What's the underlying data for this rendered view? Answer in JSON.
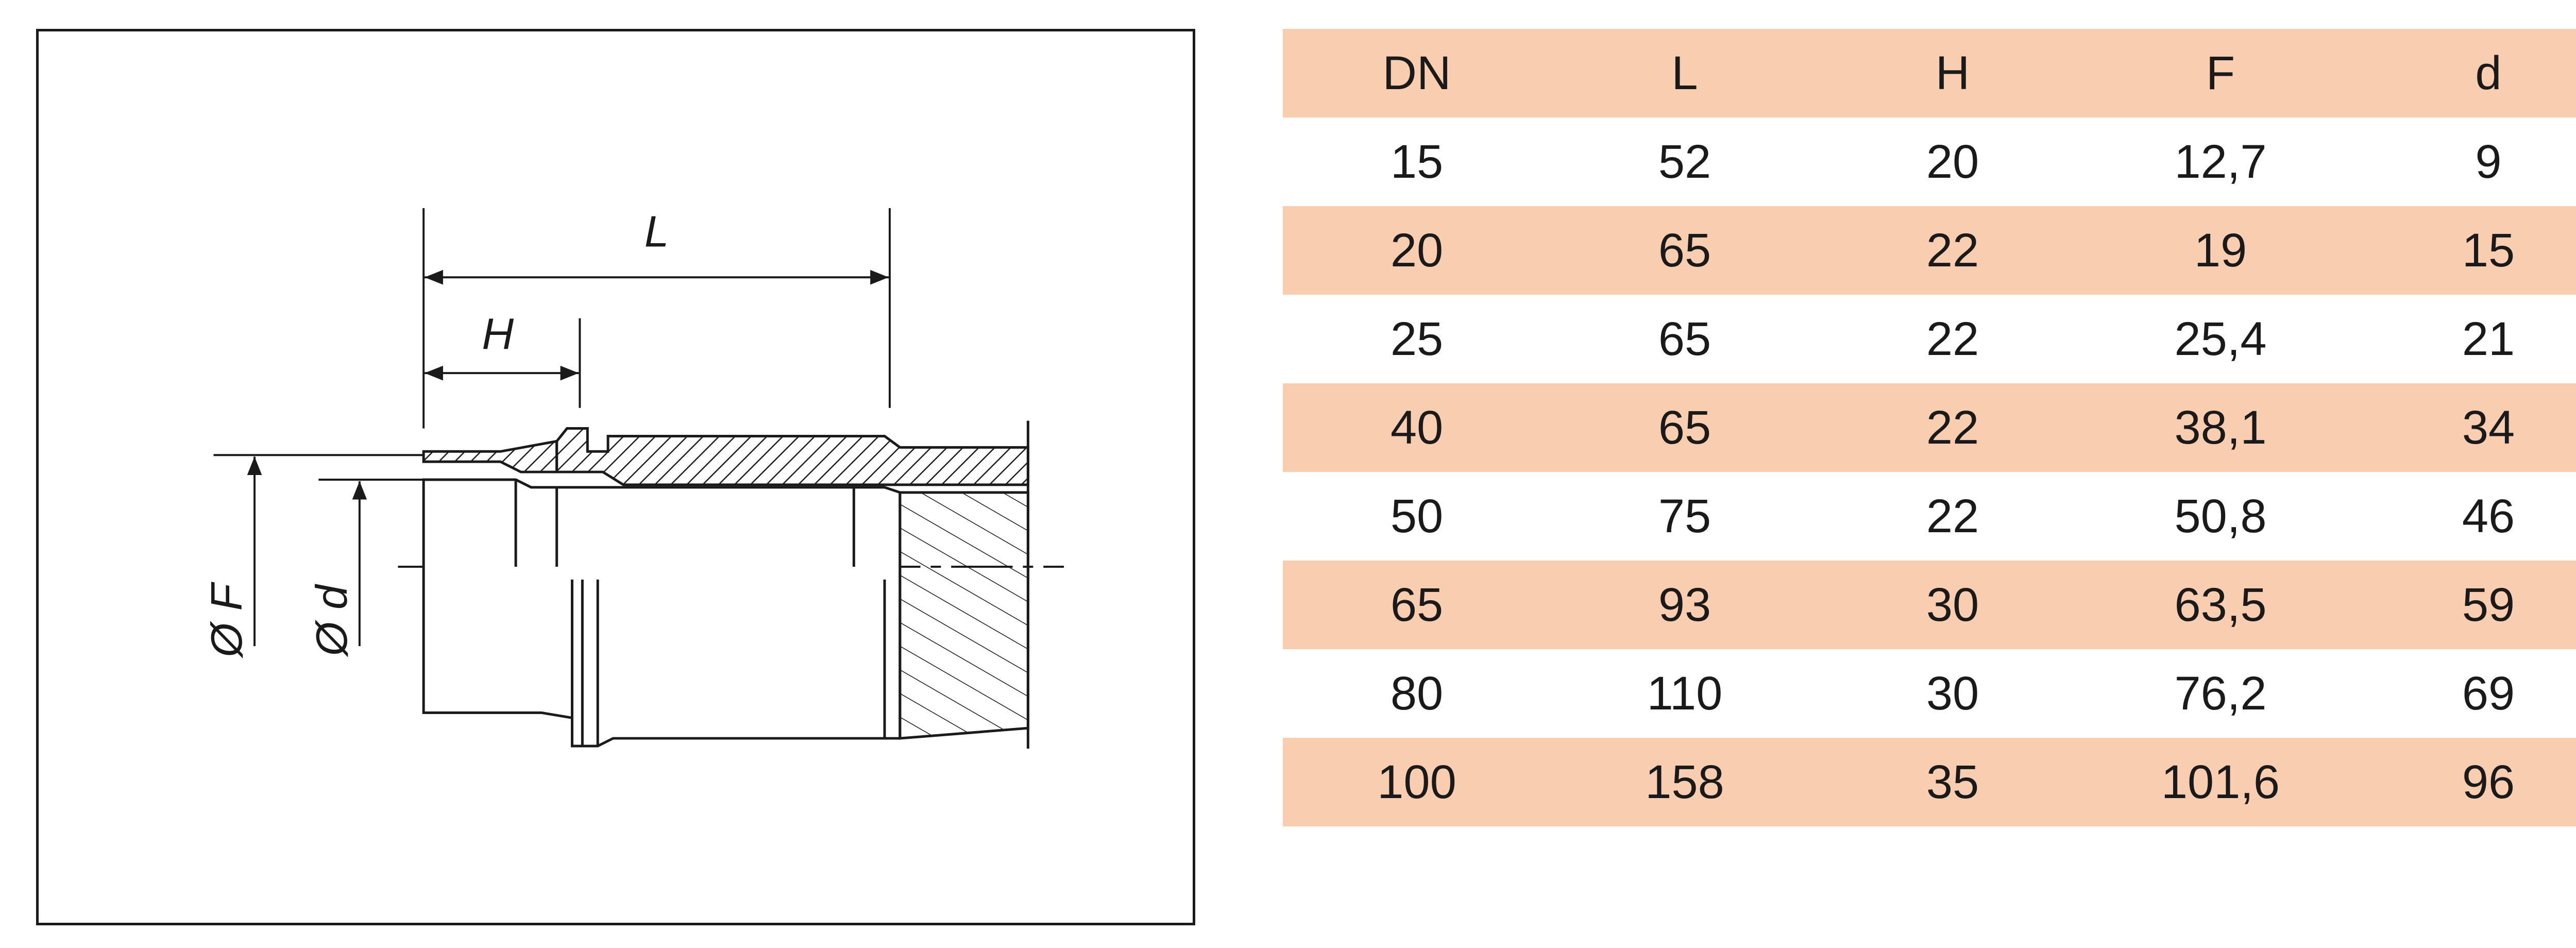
{
  "drawing": {
    "labels": {
      "length": "L",
      "hub_length": "H",
      "outer_diameter": "Ø F",
      "inner_diameter": "Ø d"
    }
  },
  "table": {
    "headers": [
      "DN",
      "L",
      "H",
      "F",
      "d"
    ],
    "rows": [
      [
        "15",
        "52",
        "20",
        "12,7",
        "9"
      ],
      [
        "20",
        "65",
        "22",
        "19",
        "15"
      ],
      [
        "25",
        "65",
        "22",
        "25,4",
        "21"
      ],
      [
        "40",
        "65",
        "22",
        "38,1",
        "34"
      ],
      [
        "50",
        "75",
        "22",
        "50,8",
        "46"
      ],
      [
        "65",
        "93",
        "30",
        "63,5",
        "59"
      ],
      [
        "80",
        "110",
        "30",
        "76,2",
        "69"
      ],
      [
        "100",
        "158",
        "35",
        "101,6",
        "96"
      ]
    ]
  },
  "colors": {
    "stripe": "#f8cdb0",
    "ink": "#1a1a1a"
  }
}
